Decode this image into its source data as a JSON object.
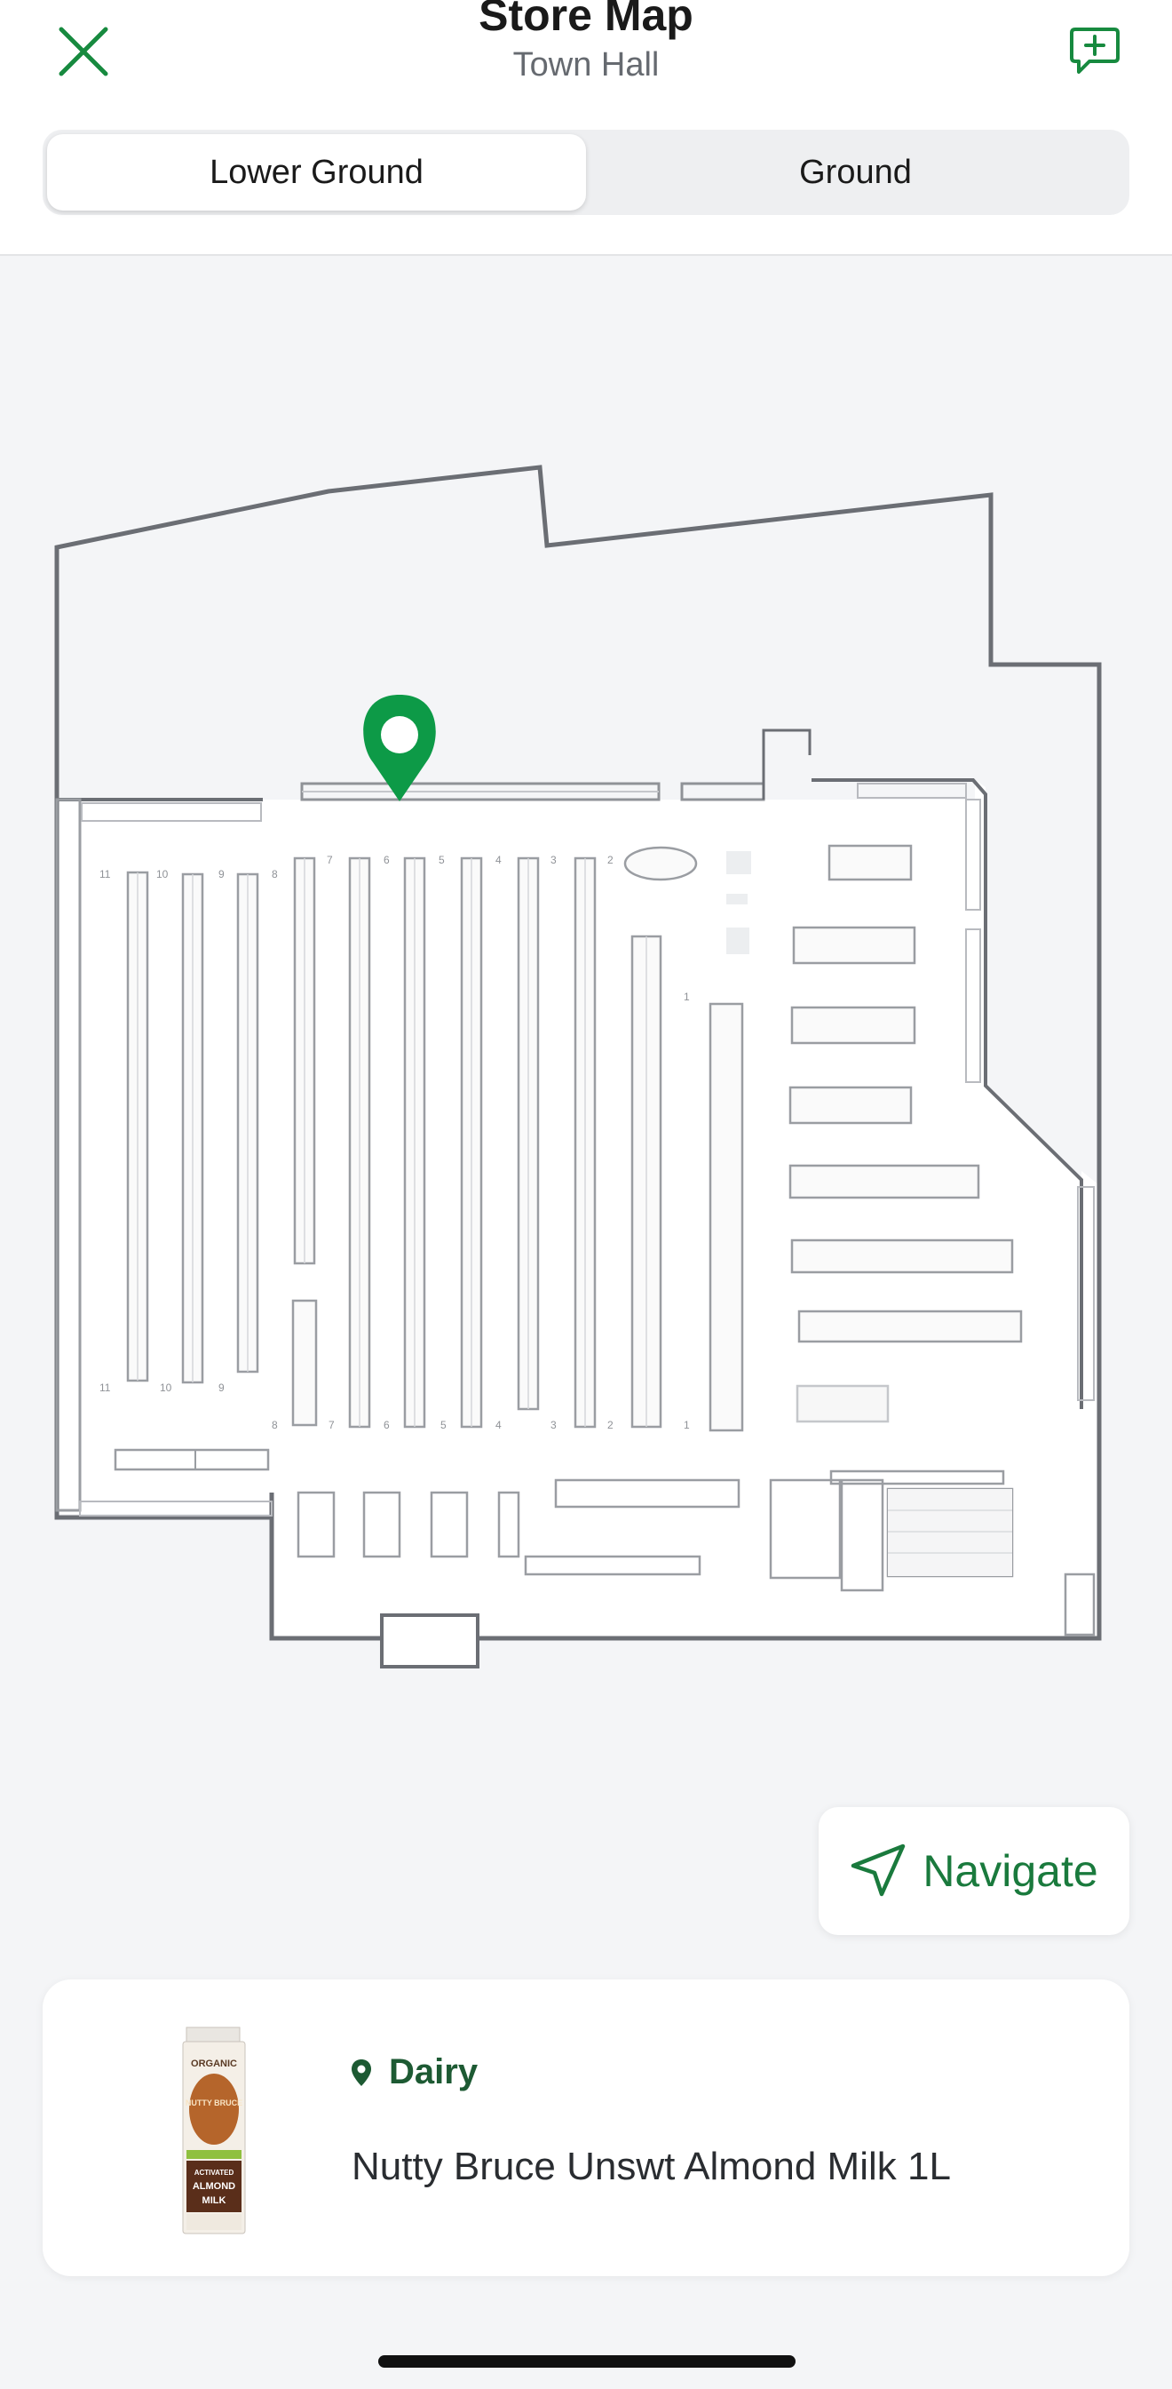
{
  "header": {
    "title": "Store Map",
    "subtitle": "Town Hall",
    "close_icon": "close-icon",
    "feedback_icon": "feedback-plus-icon"
  },
  "floors": {
    "tabs": [
      {
        "label": "Lower Ground",
        "active": true
      },
      {
        "label": "Ground",
        "active": false
      }
    ]
  },
  "map": {
    "pin_icon": "map-pin-icon",
    "aisle_numbers_top": [
      "11",
      "10",
      "9",
      "8",
      "7",
      "6",
      "5",
      "4",
      "3",
      "2"
    ],
    "aisle_numbers_bottom": [
      "11",
      "10",
      "9",
      "8",
      "7",
      "6",
      "5",
      "4",
      "3",
      "2",
      "1"
    ],
    "aisle_1_top": "1"
  },
  "navigate": {
    "label": "Navigate",
    "icon": "navigation-arrow-icon"
  },
  "product": {
    "department": "Dairy",
    "department_icon": "location-pin-icon",
    "name": "Nutty Bruce Unswt Almond Milk 1L",
    "thumbnail_icon": "almond-milk-carton-image",
    "carton_text": [
      "ORGANIC",
      "NUTTY BRUCE",
      "ACTIVATED",
      "ALMOND",
      "MILK"
    ]
  },
  "colors": {
    "brand_green": "#178a3f",
    "dark_green": "#1d5a33",
    "map_wall": "#6b6e74",
    "map_fixture": "#b8babf"
  }
}
